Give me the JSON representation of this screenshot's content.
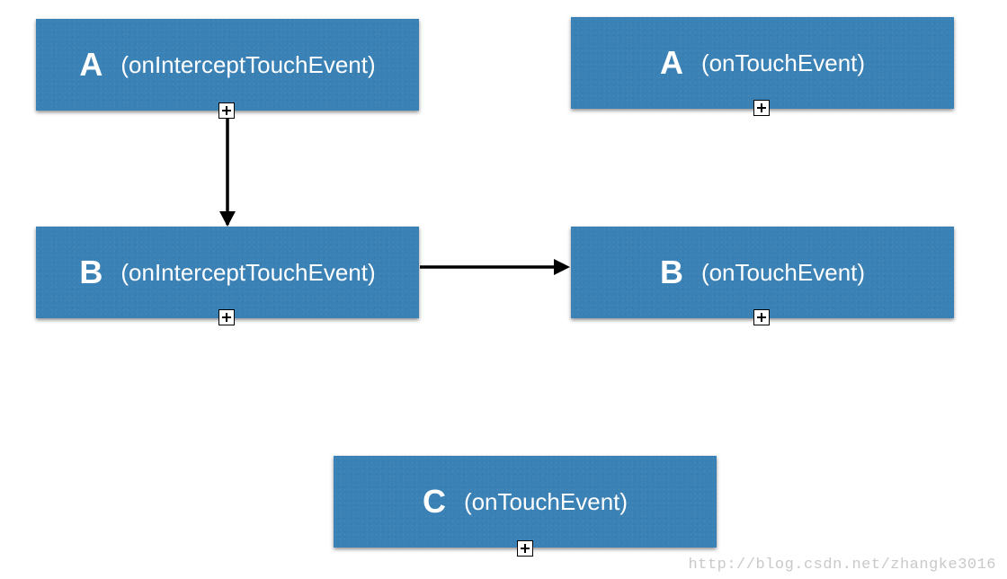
{
  "diagram": {
    "nodes": [
      {
        "id": "a-intercept",
        "letter": "A",
        "method": "(onInterceptTouchEvent)"
      },
      {
        "id": "a-touch",
        "letter": "A",
        "method": "(onTouchEvent)"
      },
      {
        "id": "b-intercept",
        "letter": "B",
        "method": "(onInterceptTouchEvent)"
      },
      {
        "id": "b-touch",
        "letter": "B",
        "method": "(onTouchEvent)"
      },
      {
        "id": "c-touch",
        "letter": "C",
        "method": "(onTouchEvent)"
      }
    ],
    "edges": [
      {
        "from": "a-intercept",
        "to": "b-intercept"
      },
      {
        "from": "b-intercept",
        "to": "b-touch"
      }
    ],
    "colors": {
      "node_fill": "#3a81b5",
      "node_text": "#ffffff",
      "connector": "#000000"
    }
  },
  "watermark": "http://blog.csdn.net/zhangke3016"
}
